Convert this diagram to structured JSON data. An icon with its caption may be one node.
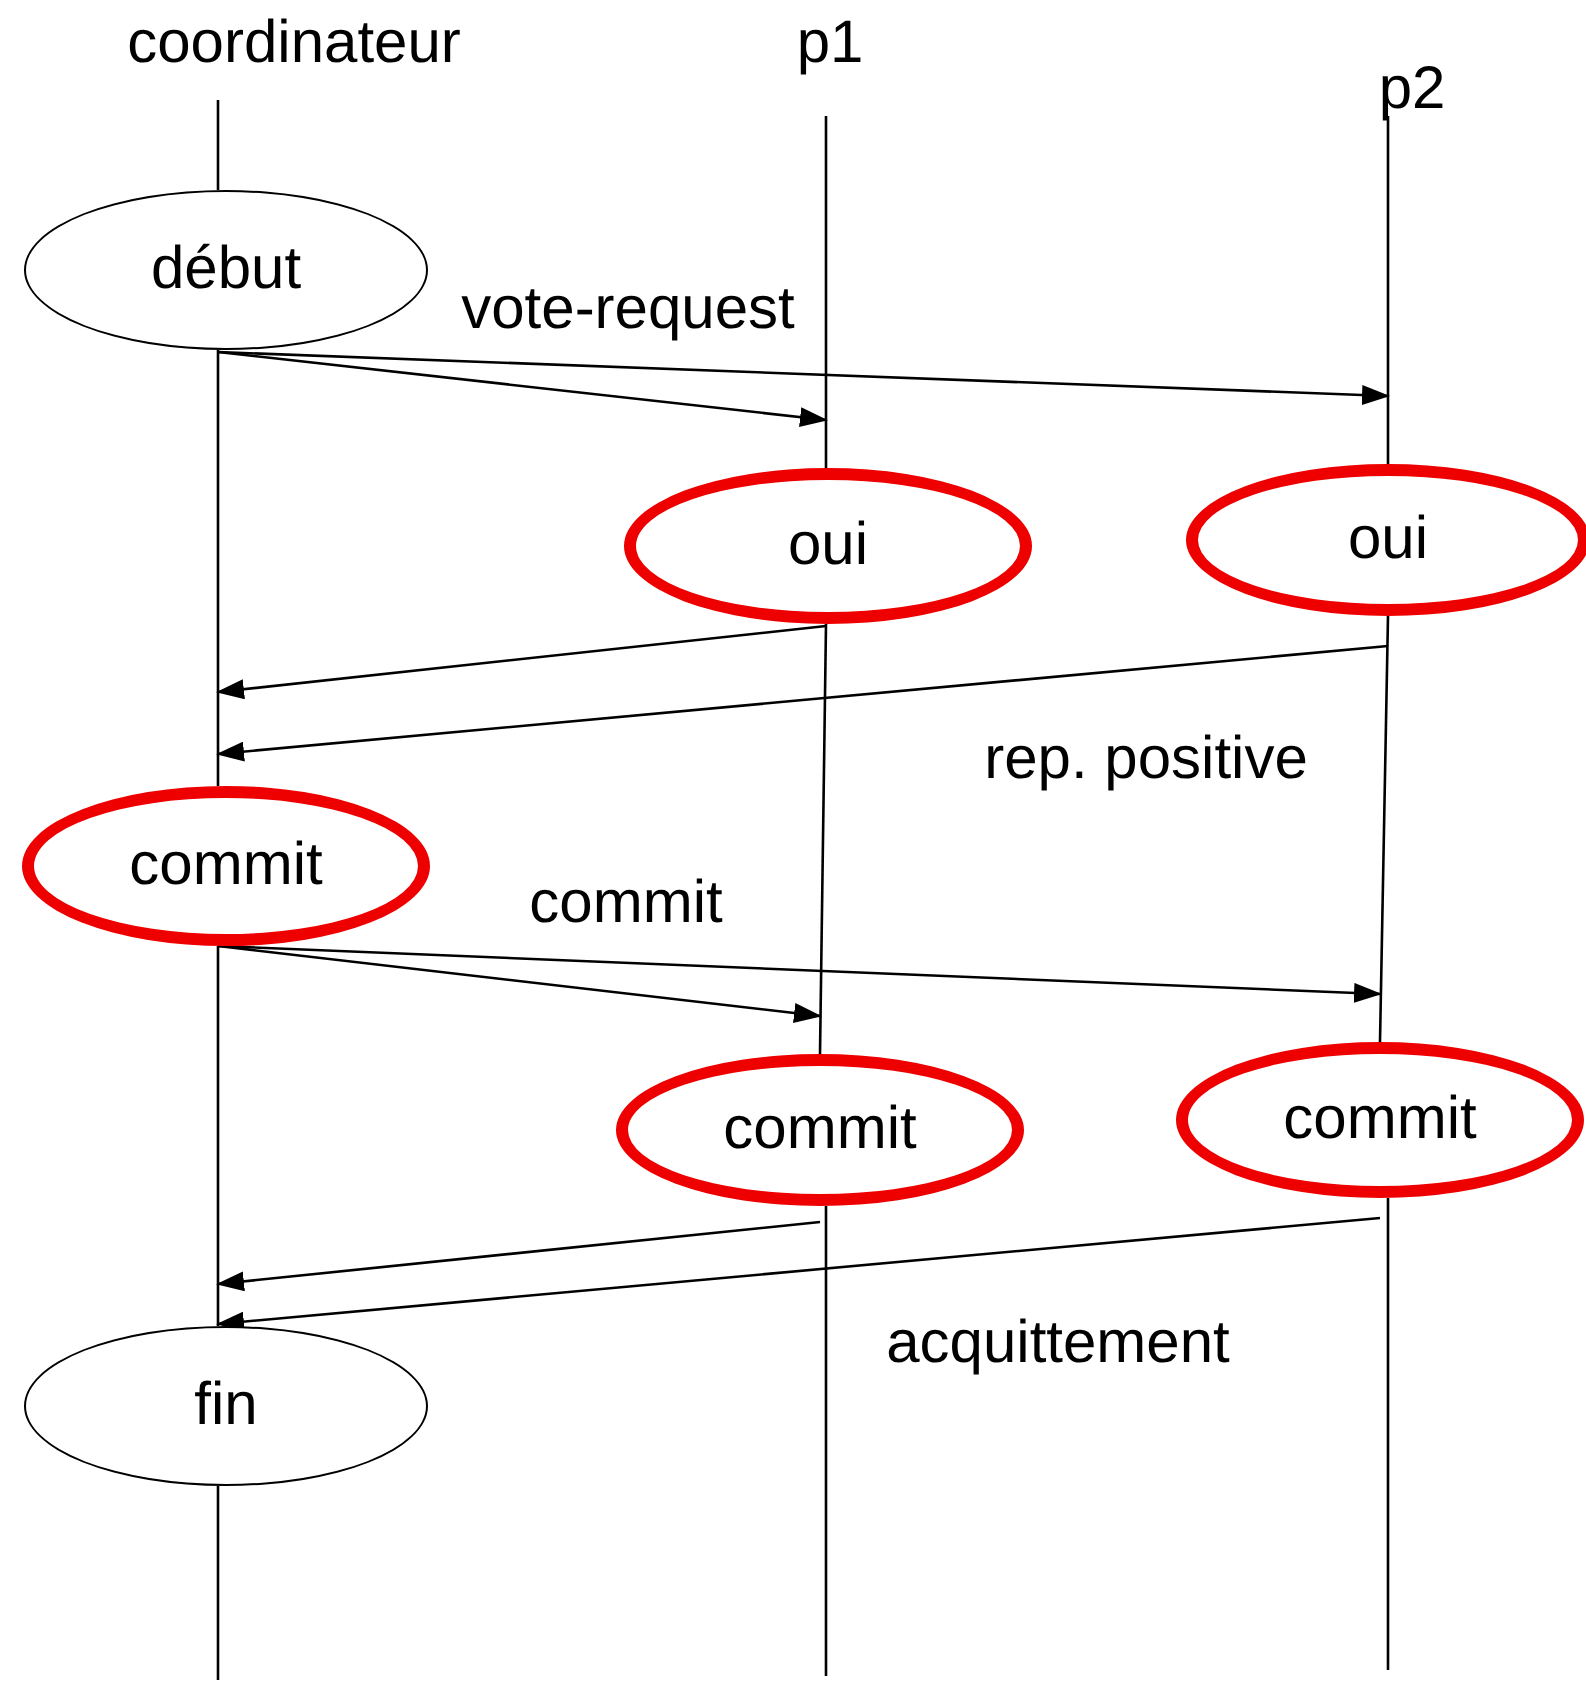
{
  "diagram": {
    "nodes": [
      {
        "text": [
          "début"
        ]
      },
      {
        "text": [
          "oui"
        ]
      },
      {
        "text": [
          "oui"
        ]
      },
      {
        "text": [
          "commit"
        ]
      },
      {
        "text": [
          "commit"
        ]
      },
      {
        "text": [
          "commit"
        ]
      },
      {
        "text": [
          "fin"
        ]
      }
    ],
    "edges": [
      {
        "from": 0,
        "to": 1,
        "arrow": "to"
      },
      {
        "from": 0,
        "to": 2,
        "arrow": "to",
        "label": "vote-request"
      },
      {
        "from": 1,
        "to": 3,
        "arrow": "to"
      },
      {
        "from": 2,
        "to": 3,
        "arrow": "to",
        "label": "rep. positive"
      },
      {
        "from": 3,
        "to": 4,
        "arrow": "to",
        "label": "commit"
      },
      {
        "from": 3,
        "to": 5,
        "arrow": "to"
      },
      {
        "from": 4,
        "to": 6,
        "arrow": "to"
      },
      {
        "from": 5,
        "to": 6,
        "arrow": "to",
        "label": "acquittement"
      },
      {
        "from": 0,
        "to": 3,
        "arrow": "none"
      },
      {
        "from": 3,
        "to": 6,
        "arrow": "none"
      },
      {
        "from": 1,
        "to": 4,
        "arrow": "none"
      },
      {
        "from": 2,
        "to": 5,
        "arrow": "none"
      }
    ],
    "labels": [
      "coordinateur",
      "p1",
      "p2"
    ]
  }
}
